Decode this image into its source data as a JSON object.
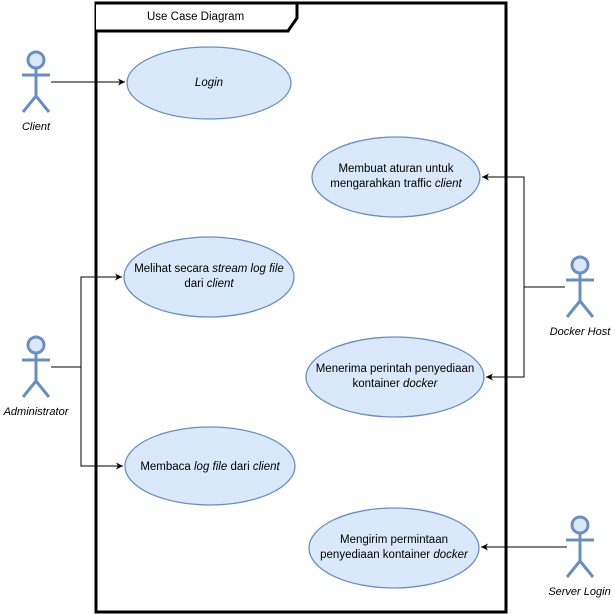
{
  "frame": {
    "title": "Use Case Diagram"
  },
  "actors": {
    "client": "Client",
    "administrator": "Administrator",
    "docker_host": "Docker Host",
    "server_login": "Server Login"
  },
  "use_cases": {
    "login": {
      "text": "Login"
    },
    "aturan": {
      "line1": "Membuat aturan untuk",
      "line2_pre": "mengarahkan traffic ",
      "line2_em": "client"
    },
    "stream": {
      "line1_pre": "Melihat secara ",
      "line1_em": "stream log file",
      "line2_pre": "dari ",
      "line2_em": "client"
    },
    "perintah": {
      "line1": "Menerima perintah penyediaan",
      "line2_pre": "kontainer ",
      "line2_em": "docker"
    },
    "baca": {
      "pre": "Membaca ",
      "em1": "log file",
      "mid": " dari ",
      "em2": "client"
    },
    "kirim": {
      "line1": "Mengirim permintaan",
      "line2_pre": "penyediaan kontainer ",
      "line2_em": "docker"
    }
  },
  "colors": {
    "ellipse_fill": "#dae8fc",
    "ellipse_stroke": "#6c8ebf",
    "actor_stroke": "#6c8ebf",
    "line": "#000000"
  }
}
